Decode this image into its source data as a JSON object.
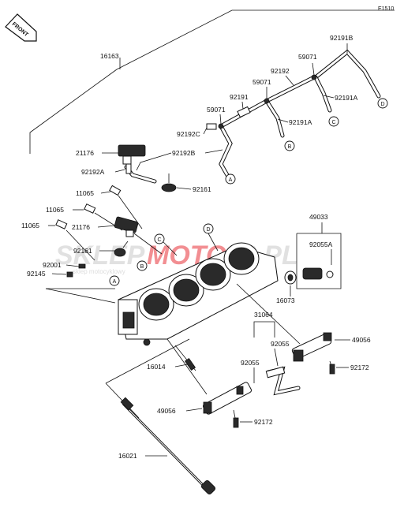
{
  "diagram": {
    "code": "E1510",
    "front_label": "FRONT",
    "part_labels": {
      "p16163": "16163",
      "p92191B": "92191B",
      "p59071_top": "59071",
      "p92192": "92192",
      "p59071_mid": "59071",
      "p92191A_right": "92191A",
      "p92191": "92191",
      "p59071_low": "59071",
      "p92191A_mid": "92191A",
      "p92192C": "92192C",
      "p21176_top": "21176",
      "p92192B": "92192B",
      "p92192A": "92192A",
      "p92161_top": "92161",
      "p11065_a": "11065",
      "p11065_b": "11065",
      "p11065_c": "11065",
      "p21176_mid": "21176",
      "p49033": "49033",
      "p92055A": "92055A",
      "p92161_mid": "92161",
      "p92001": "92001",
      "p92145": "92145",
      "p16073": "16073",
      "p31064": "31064",
      "p92055_right": "92055",
      "p49056_right": "49056",
      "p92055_left": "92055",
      "p92172_right": "92172",
      "p16014": "16014",
      "p49056_left": "49056",
      "p92172_left": "92172",
      "p16021": "16021"
    },
    "markers": {
      "a": "A",
      "b": "B",
      "c": "C",
      "d": "D"
    },
    "watermark": {
      "text_left": "SKLEP",
      "text_mid": "MOTO",
      "text_right": "46.PL",
      "tagline": "sklep motocyklowy"
    },
    "colors": {
      "watermark_gray": "#c9c9c9",
      "watermark_red": "#e8333a",
      "ink": "#111111"
    }
  }
}
